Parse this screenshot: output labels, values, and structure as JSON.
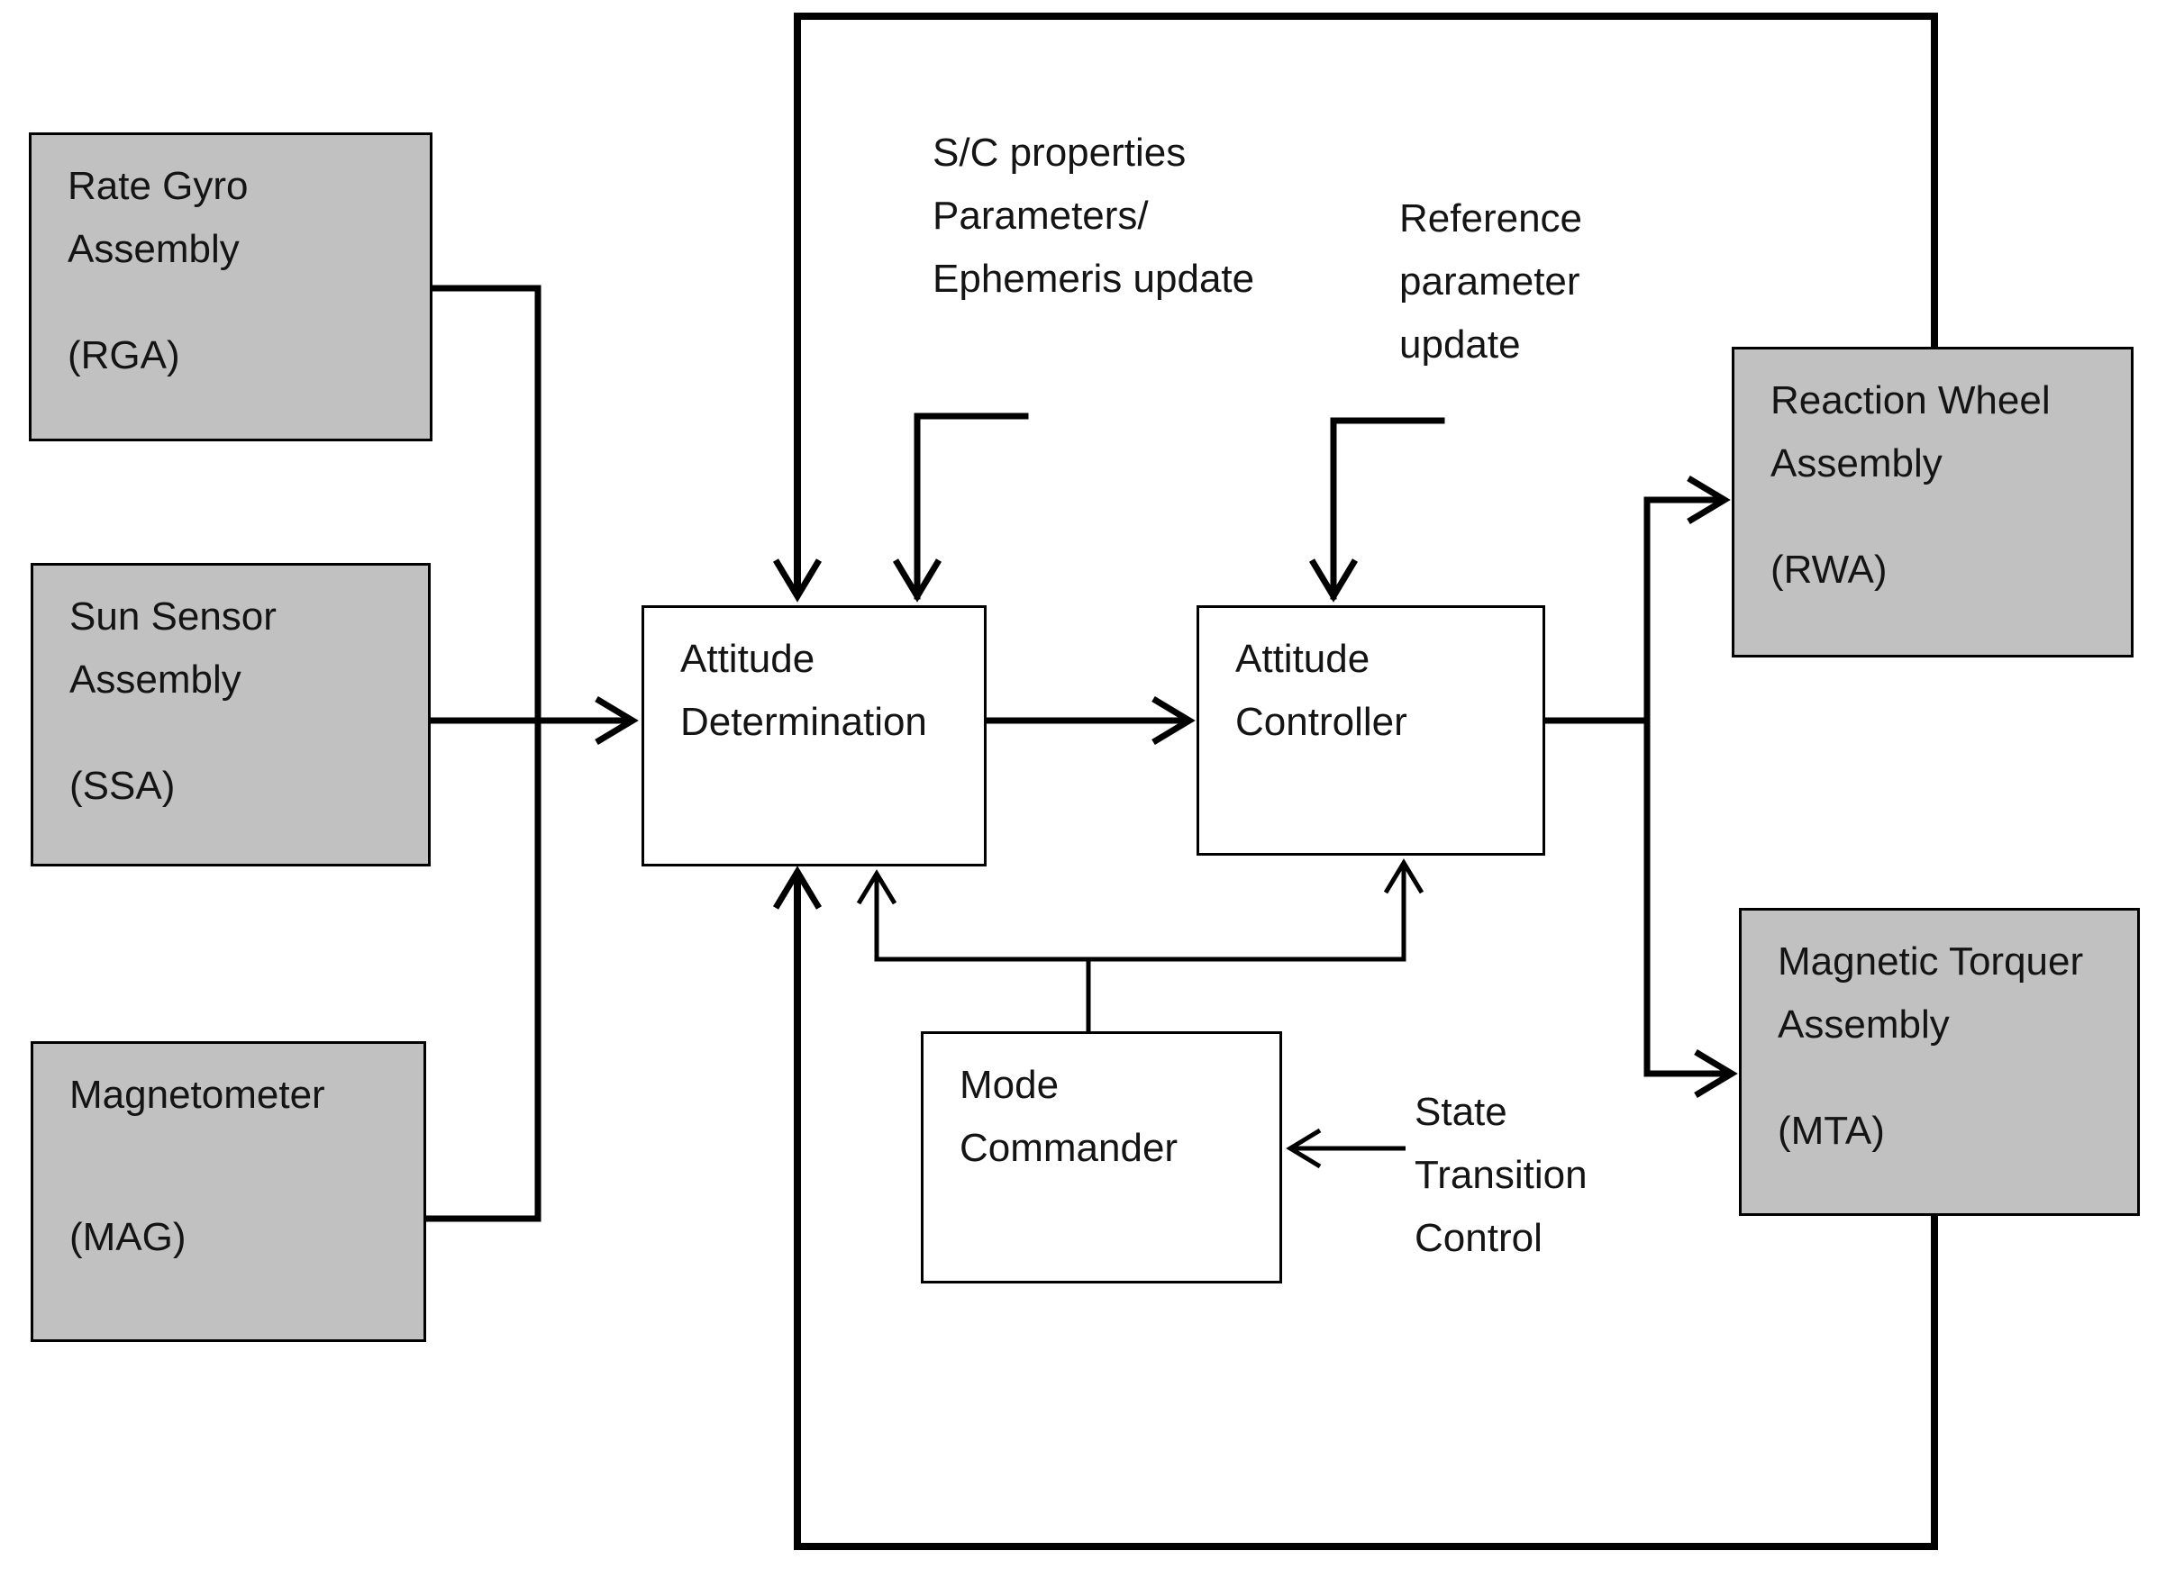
{
  "diagram": {
    "colors": {
      "box_fill": "#c1c1c1",
      "box_border": "#000000",
      "process_fill": "#ffffff",
      "connector": "#000000",
      "text": "#141414",
      "background": "#ffffff"
    },
    "nodes": {
      "rga": {
        "line1": "Rate Gyro",
        "line2": "Assembly",
        "abbr": "(RGA)"
      },
      "ssa": {
        "line1": "Sun Sensor",
        "line2": "Assembly",
        "abbr": "(SSA)"
      },
      "mag": {
        "line1": "Magnetometer",
        "abbr": "(MAG)"
      },
      "attitude_determination": {
        "line1": "Attitude",
        "line2": "Determination"
      },
      "attitude_controller": {
        "line1": "Attitude",
        "line2": "Controller"
      },
      "mode_commander": {
        "line1": "Mode",
        "line2": "Commander"
      },
      "rwa": {
        "line1": "Reaction Wheel",
        "line2": "Assembly",
        "abbr": "(RWA)"
      },
      "mta": {
        "line1": "Magnetic Torquer",
        "line2": "Assembly",
        "abbr": "(MTA)"
      }
    },
    "annotations": {
      "sc_properties": {
        "line1": "S/C properties",
        "line2": "Parameters/",
        "line3": "Ephemeris update"
      },
      "reference_parameter": {
        "line1": "Reference",
        "line2": "parameter",
        "line3": "update"
      },
      "state_transition": {
        "line1": "State",
        "line2": "Transition",
        "line3": "Control"
      }
    }
  }
}
